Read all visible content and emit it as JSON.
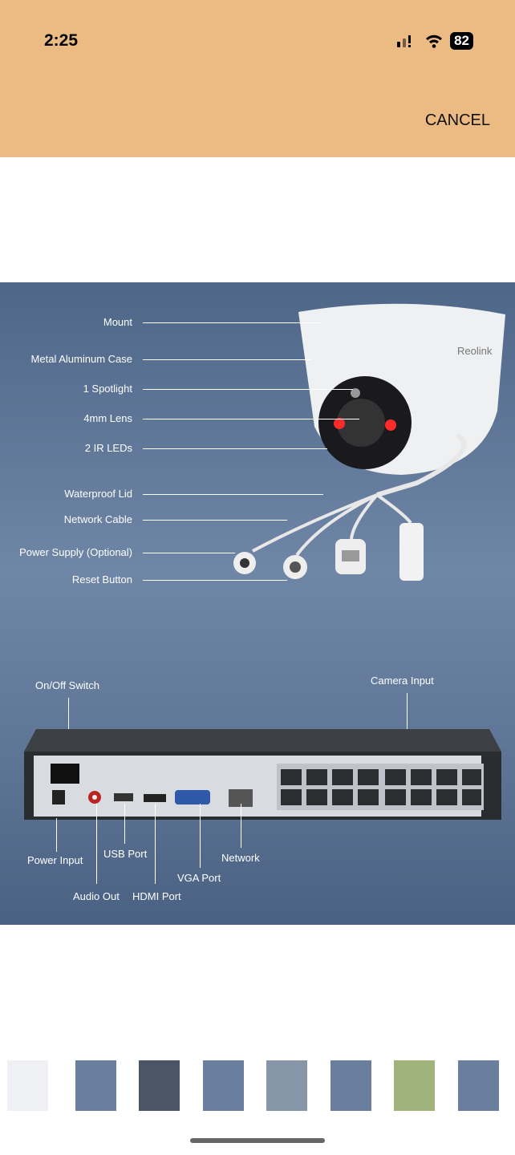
{
  "status_bar": {
    "time": "2:25",
    "battery": "82",
    "icons": [
      "signal-icon",
      "wifi-icon",
      "battery-icon"
    ]
  },
  "header": {
    "cancel_label": "CANCEL"
  },
  "product_image": {
    "brand": "Reolink",
    "camera_labels": [
      "Mount",
      "Metal Aluminum Case",
      "1 Spotlight",
      "4mm Lens",
      "2 IR LEDs",
      "Waterproof Lid",
      "Network Cable",
      "Power Supply (Optional)",
      "Reset Button"
    ],
    "nvr_labels": {
      "on_off": "On/Off Switch",
      "camera_input": "Camera Input",
      "power_input": "Power Input",
      "usb": "USB Port",
      "audio_out": "Audio Out",
      "hdmi": "HDMI Port",
      "vga": "VGA Port",
      "network": "Network"
    }
  },
  "thumbnails": {
    "count": 8,
    "selected": 0
  },
  "colors": {
    "header_bg": "#ecbb83",
    "image_bg": "#5d7494"
  }
}
